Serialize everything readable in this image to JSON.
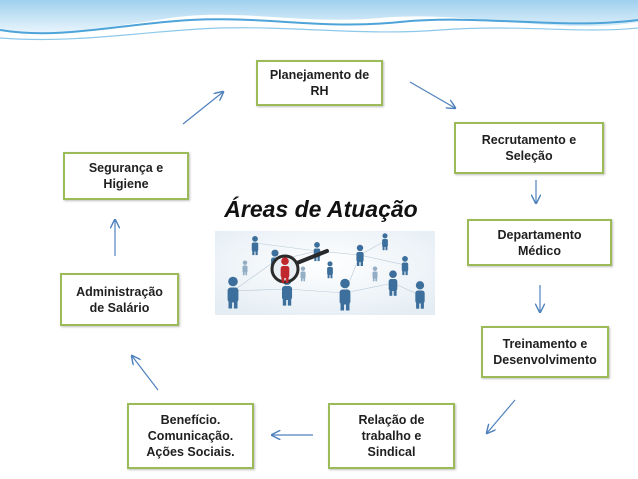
{
  "diagram": {
    "title": "Áreas de Atuação",
    "nodes": {
      "planejamento": "Planejamento de\nRH",
      "recrutamento": "Recrutamento e\nSeleção",
      "departamento": "Departamento\nMédico",
      "treinamento": "Treinamento e\nDesenvolvimento",
      "relacao": "Relação de\ntrabalho e\nSindical",
      "beneficio": "Benefício.\nComunicação.\nAções Sociais.",
      "administracao": "Administração\nde Salário",
      "seguranca": "Segurança e\nHigiene"
    },
    "colors": {
      "box_border": "#9bbb59",
      "arrow": "#4f81bd",
      "header": "#5ba7d8"
    },
    "image_icon": "network-people-magnifier-icon"
  }
}
